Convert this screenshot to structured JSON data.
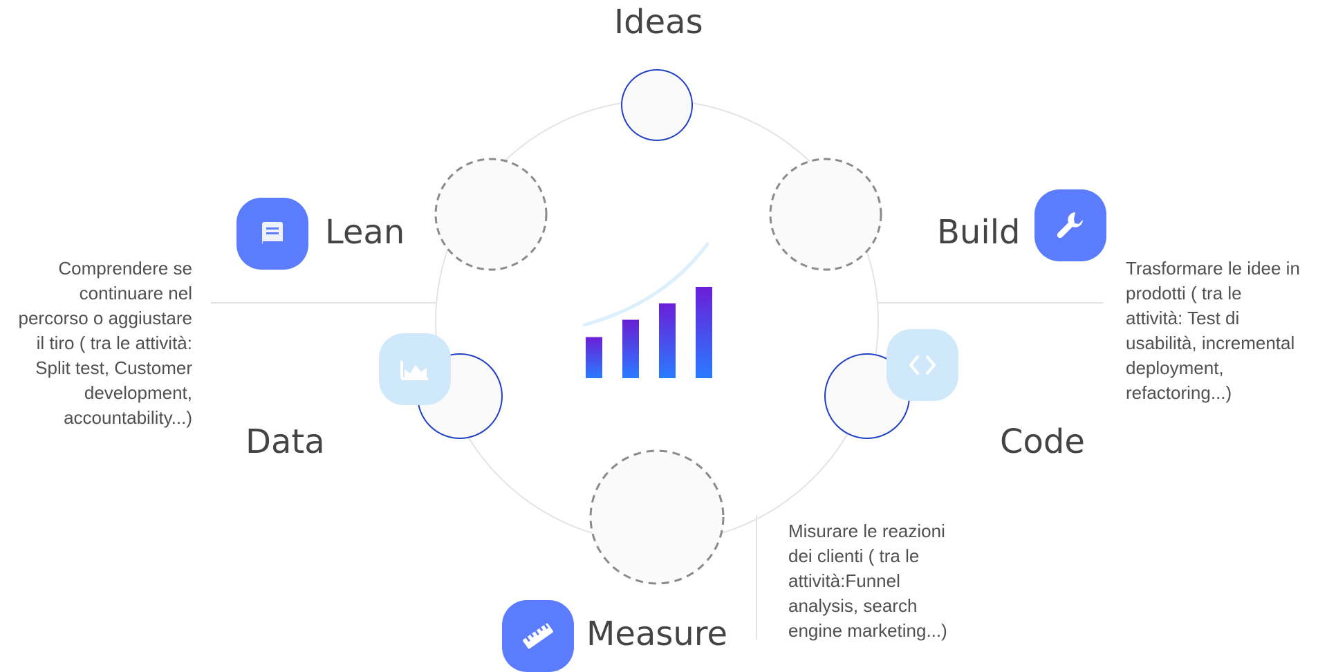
{
  "center": "Ideas",
  "stages": {
    "lean": {
      "label": "Lean",
      "icon": "book-icon"
    },
    "build": {
      "label": "Build",
      "icon": "wrench-icon"
    },
    "data": {
      "label": "Data",
      "icon": "area-chart-icon"
    },
    "code": {
      "label": "Code",
      "icon": "code-brackets-icon"
    },
    "measure": {
      "label": "Measure",
      "icon": "ruler-icon"
    }
  },
  "descriptions": {
    "lean": [
      "Comprendere  se",
      "continuare nel",
      "percorso o aggiustare",
      "il tiro ( tra le attività:",
      "Split test, Customer",
      "development,",
      "accountability...)"
    ],
    "build": [
      "Trasformare le idee in",
      "prodotti ( tra le",
      "attività: Test di",
      "usabilità, incremental",
      "deployment,",
      "refactoring...)"
    ],
    "measure": [
      "Misurare le reazioni",
      "dei clienti ( tra le",
      "attività:Funnel",
      "analysis, search",
      "engine marketing...)"
    ]
  },
  "central_chart": {
    "bars": [
      0.45,
      0.64,
      0.82,
      1.0
    ]
  },
  "colors": {
    "accent": "#5b7cfd",
    "accent_soft": "#cfe9fb",
    "ring_solid": "#1f3fc4",
    "ring_dashed": "#8a8a8a",
    "bar_top": "#6a1fd6",
    "bar_bottom": "#2a7bff"
  }
}
